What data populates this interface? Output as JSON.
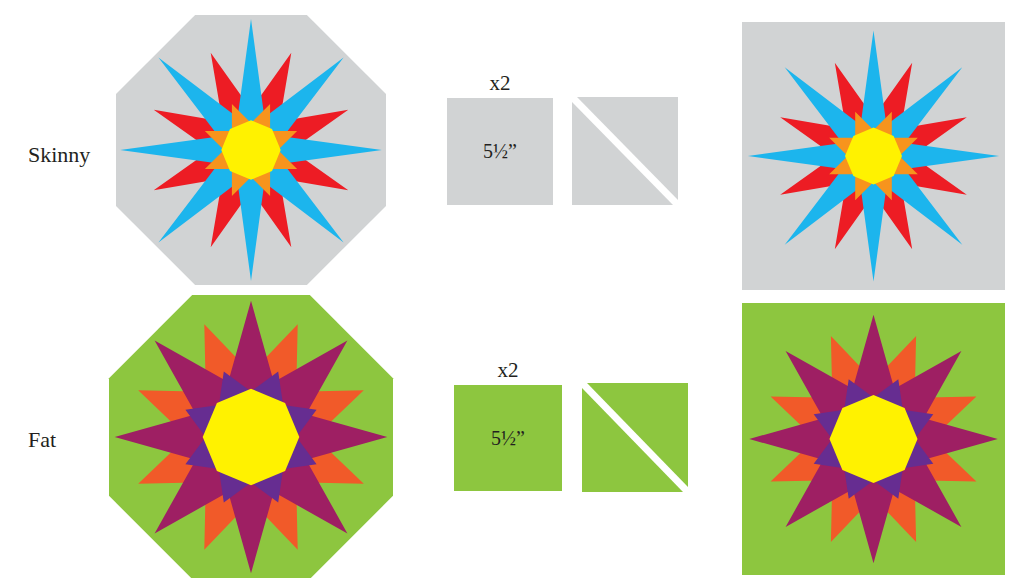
{
  "diagram": {
    "nodes": [
      {
        "text": [
          "x2",
          "5½”"
        ]
      },
      {
        "text": [
          "x2",
          "5½”"
        ]
      }
    ],
    "labels": [
      "Skinny",
      "Fat"
    ]
  }
}
